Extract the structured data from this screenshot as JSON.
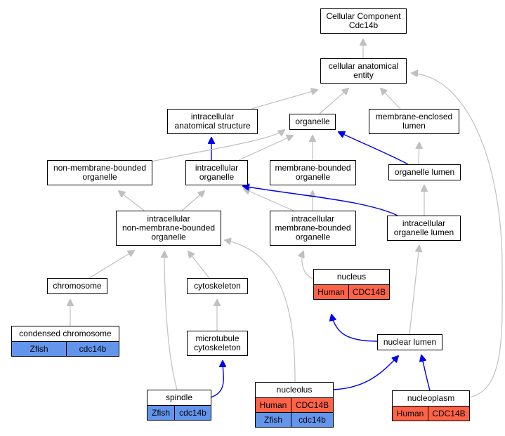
{
  "colors": {
    "human": "#ff6347",
    "zfish": "#6495ed",
    "edge_gray": "#c0c0c0",
    "edge_blue": "#0000ee"
  },
  "nodes": {
    "cc": {
      "lines": [
        "Cellular Component",
        "Cdc14b"
      ]
    },
    "cae": {
      "lines": [
        "cellular anatomical",
        "entity"
      ]
    },
    "ias": {
      "lines": [
        "intracellular",
        "anatomical structure"
      ]
    },
    "org": {
      "lines": [
        "organelle"
      ]
    },
    "mel": {
      "lines": [
        "membrane-enclosed",
        "lumen"
      ]
    },
    "nmbo": {
      "lines": [
        "non-membrane-bounded",
        "organelle"
      ]
    },
    "io": {
      "lines": [
        "intracellular",
        "organelle"
      ]
    },
    "mbo": {
      "lines": [
        "membrane-bounded",
        "organelle"
      ]
    },
    "ol": {
      "lines": [
        "organelle lumen"
      ]
    },
    "inmbo": {
      "lines": [
        "intracellular",
        "non-membrane-bounded",
        "organelle"
      ]
    },
    "imbo": {
      "lines": [
        "intracellular",
        "membrane-bounded",
        "organelle"
      ]
    },
    "iol": {
      "lines": [
        "intracellular",
        "organelle lumen"
      ]
    },
    "chrom": {
      "lines": [
        "chromosome"
      ]
    },
    "cyto": {
      "lines": [
        "cytoskeleton"
      ]
    },
    "nuc": {
      "lines": [
        "nucleus"
      ],
      "rows": [
        [
          "Human",
          "CDC14B"
        ]
      ]
    },
    "cchrom": {
      "lines": [
        "condensed chromosome"
      ],
      "rows": [
        [
          "Zfish",
          "cdc14b"
        ]
      ]
    },
    "mtc": {
      "lines": [
        "microtubule",
        "cytoskeleton"
      ]
    },
    "nl": {
      "lines": [
        "nuclear lumen"
      ]
    },
    "spindle": {
      "lines": [
        "spindle"
      ],
      "rows": [
        [
          "Zfish",
          "cdc14b"
        ]
      ]
    },
    "nucleolus": {
      "lines": [
        "nucleolus"
      ],
      "rows": [
        [
          "Human",
          "CDC14B"
        ],
        [
          "Zfish",
          "cdc14b"
        ]
      ]
    },
    "np": {
      "lines": [
        "nucleoplasm"
      ],
      "rows": [
        [
          "Human",
          "CDC14B"
        ]
      ]
    }
  }
}
